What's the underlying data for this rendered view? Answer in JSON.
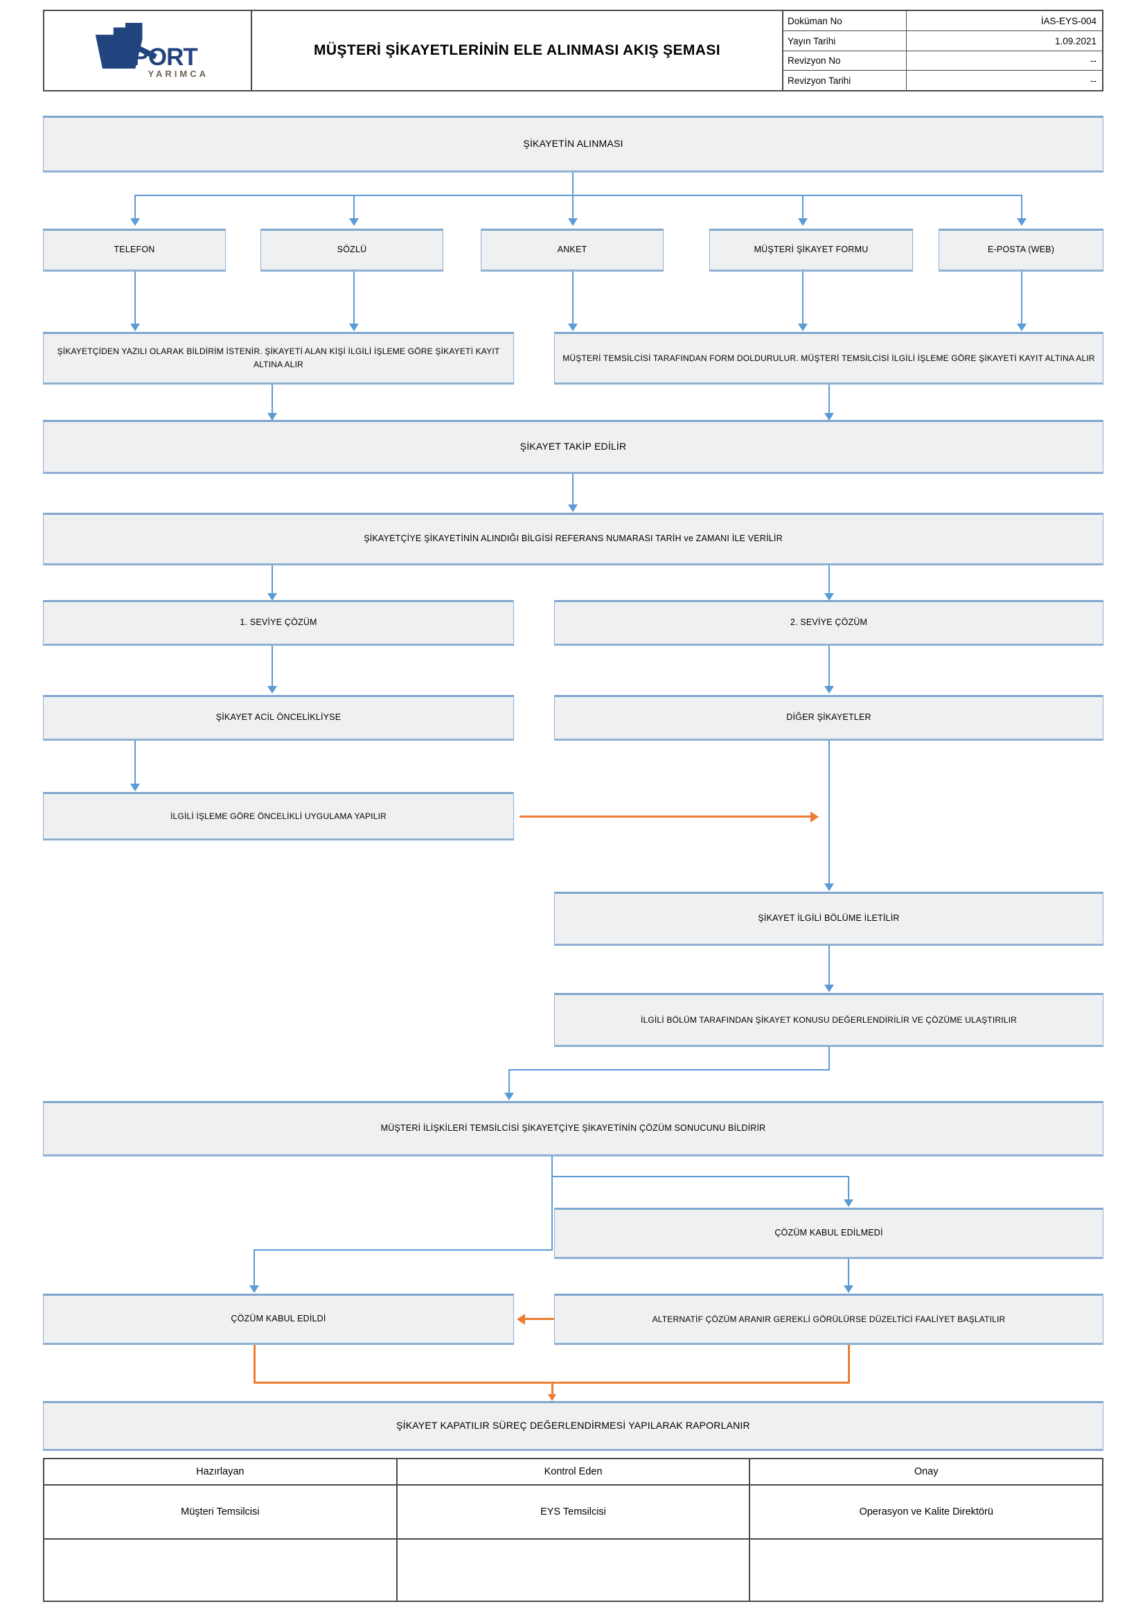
{
  "header": {
    "logo": {
      "brand": "PORT",
      "sub": "YARIMCA"
    },
    "title": "MÜŞTERİ ŞİKAYETLERİNİN ELE ALINMASI AKIŞ ŞEMASI",
    "meta": [
      {
        "key": "Doküman No",
        "value": "İAS-EYS-004"
      },
      {
        "key": "Yayın Tarihi",
        "value": "1.09.2021"
      },
      {
        "key": "Revizyon No",
        "value": "--"
      },
      {
        "key": "Revizyon Tarihi",
        "value": "--"
      }
    ]
  },
  "flow": {
    "start": "ŞİKAYETİN ALINMASI",
    "channels": [
      "TELEFON",
      "SÖZLÜ",
      "ANKET",
      "MÜŞTERİ ŞİKAYET FORMU",
      "E-POSTA (WEB)"
    ],
    "record_left": "ŞİKAYETÇİDEN YAZILI OLARAK BİLDİRİM İSTENİR. ŞİKAYETİ ALAN KİŞİ İLGİLİ İŞLEME GÖRE ŞİKAYETİ KAYIT ALTINA ALIR",
    "record_right": "MÜŞTERİ TEMSİLCİSİ TARAFINDAN FORM DOLDURULUR. MÜŞTERİ TEMSİLCİSİ İLGİLİ İŞLEME GÖRE ŞİKAYETİ KAYIT ALTINA ALIR",
    "follow": "ŞİKAYET TAKİP EDİLİR",
    "inform": "ŞİKAYETÇİYE ŞİKAYETİNİN ALINDIĞI BİLGİSİ REFERANS NUMARASI TARİH ve ZAMANI İLE VERİLİR",
    "level1": "1. SEVİYE ÇÖZÜM",
    "level2": "2. SEVİYE ÇÖZÜM",
    "urgent": "ŞİKAYET ACİL ÖNCELİKLİYSE",
    "others": "DİĞER ŞİKAYETLER",
    "priority_action": "İLGİLİ İŞLEME GÖRE ÖNCELİKLİ UYGULAMA YAPILIR",
    "forward": "ŞİKAYET İLGİLİ BÖLÜME İLETİLİR",
    "evaluate": "İLGİLİ BÖLÜM TARAFINDAN ŞİKAYET KONUSU DEĞERLENDİRİLİR VE ÇÖZÜME ULAŞTIRILIR",
    "notify": "MÜŞTERİ İLİŞKİLERİ TEMSİLCİSİ ŞİKAYETÇİYE ŞİKAYETİNİN ÇÖZÜM SONUCUNU BİLDİRİR",
    "rejected": "ÇÖZÜM KABUL EDİLMEDİ",
    "accepted": "ÇÖZÜM KABUL EDİLDİ",
    "alternative": "ALTERNATİF ÇÖZÜM ARANIR GEREKLİ GÖRÜLÜRSE DÜZELTİCİ FAALİYET BAŞLATILIR",
    "close": "ŞİKAYET KAPATILIR SÜREÇ DEĞERLENDİRMESİ YAPILARAK RAPORLANIR"
  },
  "signature": {
    "headers": [
      "Hazırlayan",
      "Kontrol Eden",
      "Onay"
    ],
    "names": [
      "Müşteri Temsilcisi",
      "EYS Temsilcisi",
      "Operasyon ve Kalite Direktörü"
    ]
  },
  "colors": {
    "accent": "#5b9bd5",
    "orange": "#ed7d31",
    "box_fill": "#eff0f1",
    "logo": "#22447e"
  }
}
